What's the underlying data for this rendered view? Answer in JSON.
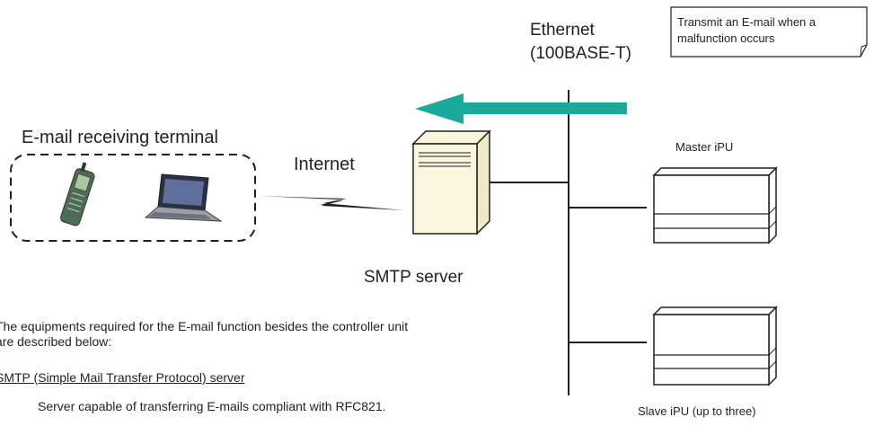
{
  "labels": {
    "ethernet_line1": "Ethernet",
    "ethernet_line2": "(100BASE-T)",
    "note_line1": "Transmit an E-mail when a",
    "note_line2": "malfunction occurs",
    "email_terminal": "E-mail receiving terminal",
    "internet": "Internet",
    "master_ipu": "Master iPU",
    "smtp_server": "SMTP server",
    "slave_ipu": "Slave iPU (up to three)"
  },
  "description": {
    "line1": "The equipments required for the E-mail function besides the controller unit",
    "line2": "are described below:",
    "heading": "SMTP (Simple Mail Transfer Protocol) server",
    "detail": "Server capable of transferring E-mails compliant with RFC821."
  },
  "colors": {
    "arrow": "#1aaa9c",
    "line": "#231f20",
    "server_fill": "#fbf7dd",
    "terminal_border": "#231f20"
  },
  "icons": [
    "mobile-phone-icon",
    "laptop-icon",
    "server-tower-icon",
    "lightning-link-icon",
    "unit-box-icon"
  ]
}
